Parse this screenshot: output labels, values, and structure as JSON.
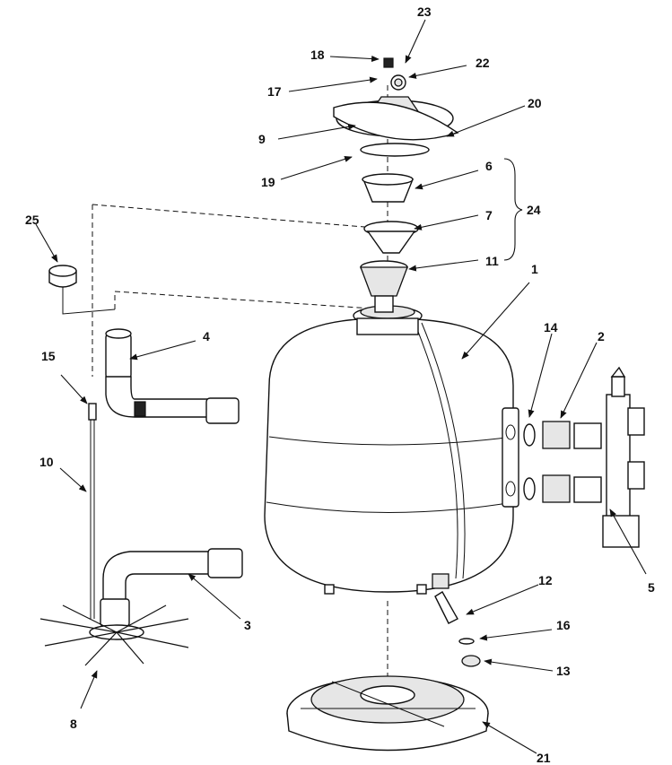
{
  "callouts": {
    "c1": "1",
    "c2": "2",
    "c3": "3",
    "c4": "4",
    "c5": "5",
    "c6": "6",
    "c7": "7",
    "c8": "8",
    "c9": "9",
    "c10": "10",
    "c11": "11",
    "c12": "12",
    "c13": "13",
    "c14": "14",
    "c15": "15",
    "c16": "16",
    "c17": "17",
    "c18": "18",
    "c19": "19",
    "c20": "20",
    "c21": "21",
    "c22": "22",
    "c23": "23",
    "c24": "24",
    "c25": "25"
  },
  "colors": {
    "line": "#111111",
    "background": "#ffffff",
    "shade": "#e6e6e6"
  }
}
